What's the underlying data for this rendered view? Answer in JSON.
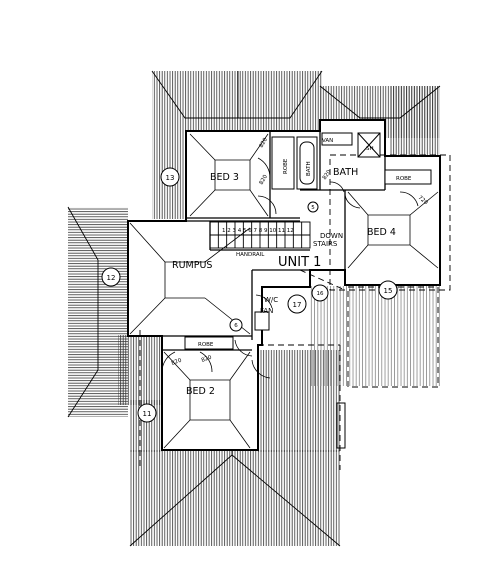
{
  "plan": {
    "title": "UNIT 1",
    "rooms": {
      "bed3": "BED 3",
      "bath": "BATH",
      "bed4": "BED 4",
      "rumpus": "RUMPUS",
      "bed2": "BED 2",
      "wc": "W/C",
      "fan": "FAN"
    },
    "labels": {
      "handrail": "HANDRAIL",
      "down": "DOWN",
      "stairs": "STAIRS",
      "robe_bed3": "ROBE",
      "robe_bed4": "ROBE",
      "robe_bed2": "ROBE",
      "shower": "SH",
      "vanity": "VAN",
      "bath_fixture": "BATH",
      "door_820_a": "820",
      "door_820_b": "820",
      "door_820_c": "820",
      "door_820_d": "820",
      "door_820_e": "820",
      "door_720": "720",
      "stair_numbers": "1 2 3 4 5 6 7 8 9 10 11 12"
    },
    "markers": {
      "m5": "5",
      "m6": "6",
      "m11": "11",
      "m12": "12",
      "m13": "13",
      "m15": "15",
      "m16": "16",
      "m17": "17"
    }
  }
}
